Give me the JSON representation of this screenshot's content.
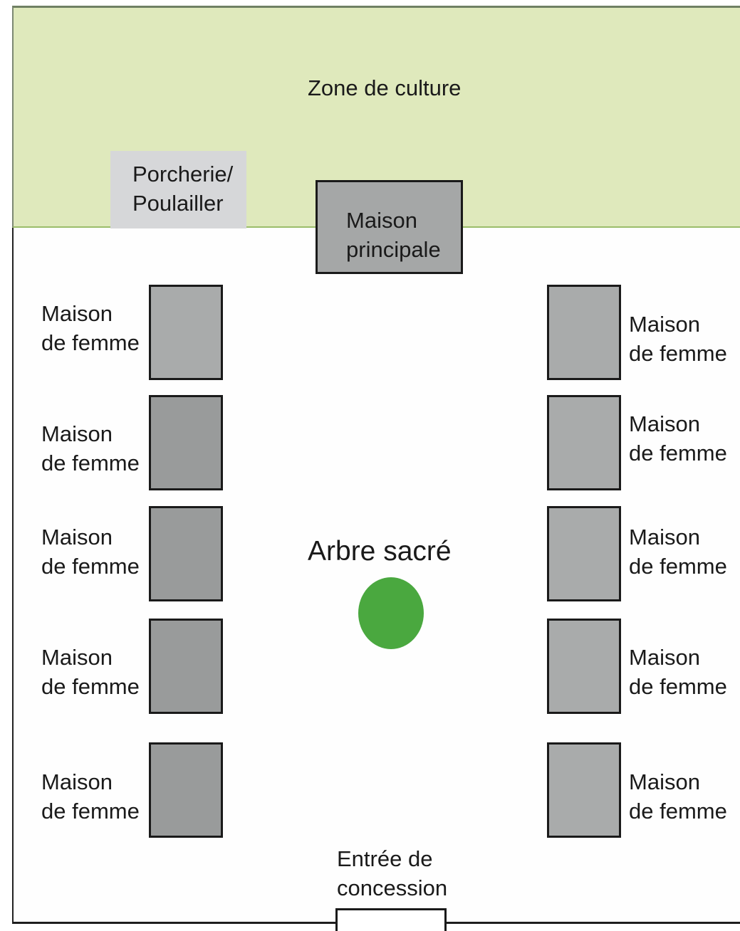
{
  "colors": {
    "culture_zone": "#dfe9bc",
    "pig_pen": "#d6d7d9",
    "main_house": "#a5a7a7",
    "house_light": "#a9abab",
    "house_dark": "#999b9b",
    "sacred_tree": "#4aa83f"
  },
  "labels": {
    "culture_zone": "Zone de culture",
    "pig_pen": "Porcherie/\nPoulailler",
    "main_house": "Maison\nprincipale",
    "sacred_tree": "Arbre sacré",
    "entrance": "Entrée de\nconcession"
  },
  "left_houses": [
    {
      "label": "Maison\nde femme",
      "shade": "light"
    },
    {
      "label": "Maison\nde femme",
      "shade": "dark"
    },
    {
      "label": "Maison\nde femme",
      "shade": "dark"
    },
    {
      "label": "Maison\nde femme",
      "shade": "dark"
    },
    {
      "label": "Maison\nde femme",
      "shade": "dark"
    }
  ],
  "right_houses": [
    {
      "label": "Maison\nde femme",
      "shade": "light"
    },
    {
      "label": "Maison\nde femme",
      "shade": "light"
    },
    {
      "label": "Maison\nde femme",
      "shade": "light"
    },
    {
      "label": "Maison\nde femme",
      "shade": "light"
    },
    {
      "label": "Maison\nde femme",
      "shade": "light"
    }
  ]
}
